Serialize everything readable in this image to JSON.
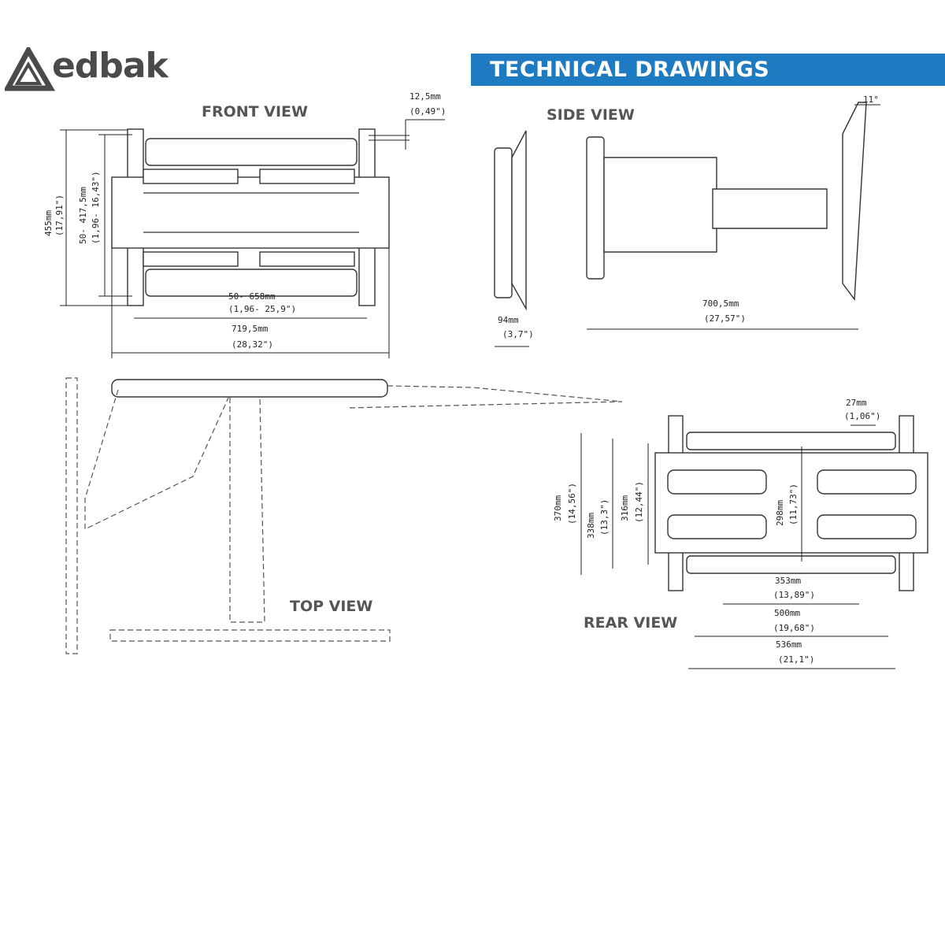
{
  "brand": {
    "name": "edbak"
  },
  "header": {
    "title": "TECHNICAL DRAWINGS"
  },
  "colors": {
    "banner": "#1f7bc1",
    "logo": "#4a4a4a",
    "line": "#333333"
  },
  "front_view": {
    "label": "FRONT VIEW",
    "height_mm": "455mm",
    "height_in": "(17,91\")",
    "vesa_v_mm": "50- 417,5mm",
    "vesa_v_in": "(1,96- 16,43\")",
    "vesa_h_mm": "50- 658mm",
    "vesa_h_in": "(1,96- 25,9\")",
    "width_mm": "719,5mm",
    "width_in": "(28,32\")",
    "hole_step_mm": "12,5mm",
    "hole_step_in": "(0,49\")"
  },
  "side_view": {
    "label": "SIDE VIEW",
    "depth_min_mm": "94mm",
    "depth_min_in": "(3,7\")",
    "depth_max_mm": "700,5mm",
    "depth_max_in": "(27,57\")",
    "tilt": "11°"
  },
  "top_view": {
    "label": "TOP VIEW"
  },
  "rear_view": {
    "label": "REAR VIEW",
    "slot_mm": "27mm",
    "slot_in": "(1,06\")",
    "h370_mm": "370mm",
    "h370_in": "(14,56\")",
    "h338_mm": "338mm",
    "h338_in": "(13,3\")",
    "h316_mm": "316mm",
    "h316_in": "(12,44\")",
    "h298_mm": "298mm",
    "h298_in": "(11,73\")",
    "w353_mm": "353mm",
    "w353_in": "(13,89\")",
    "w500_mm": "500mm",
    "w500_in": "(19,68\")",
    "w536_mm": "536mm",
    "w536_in": "(21,1\")"
  }
}
